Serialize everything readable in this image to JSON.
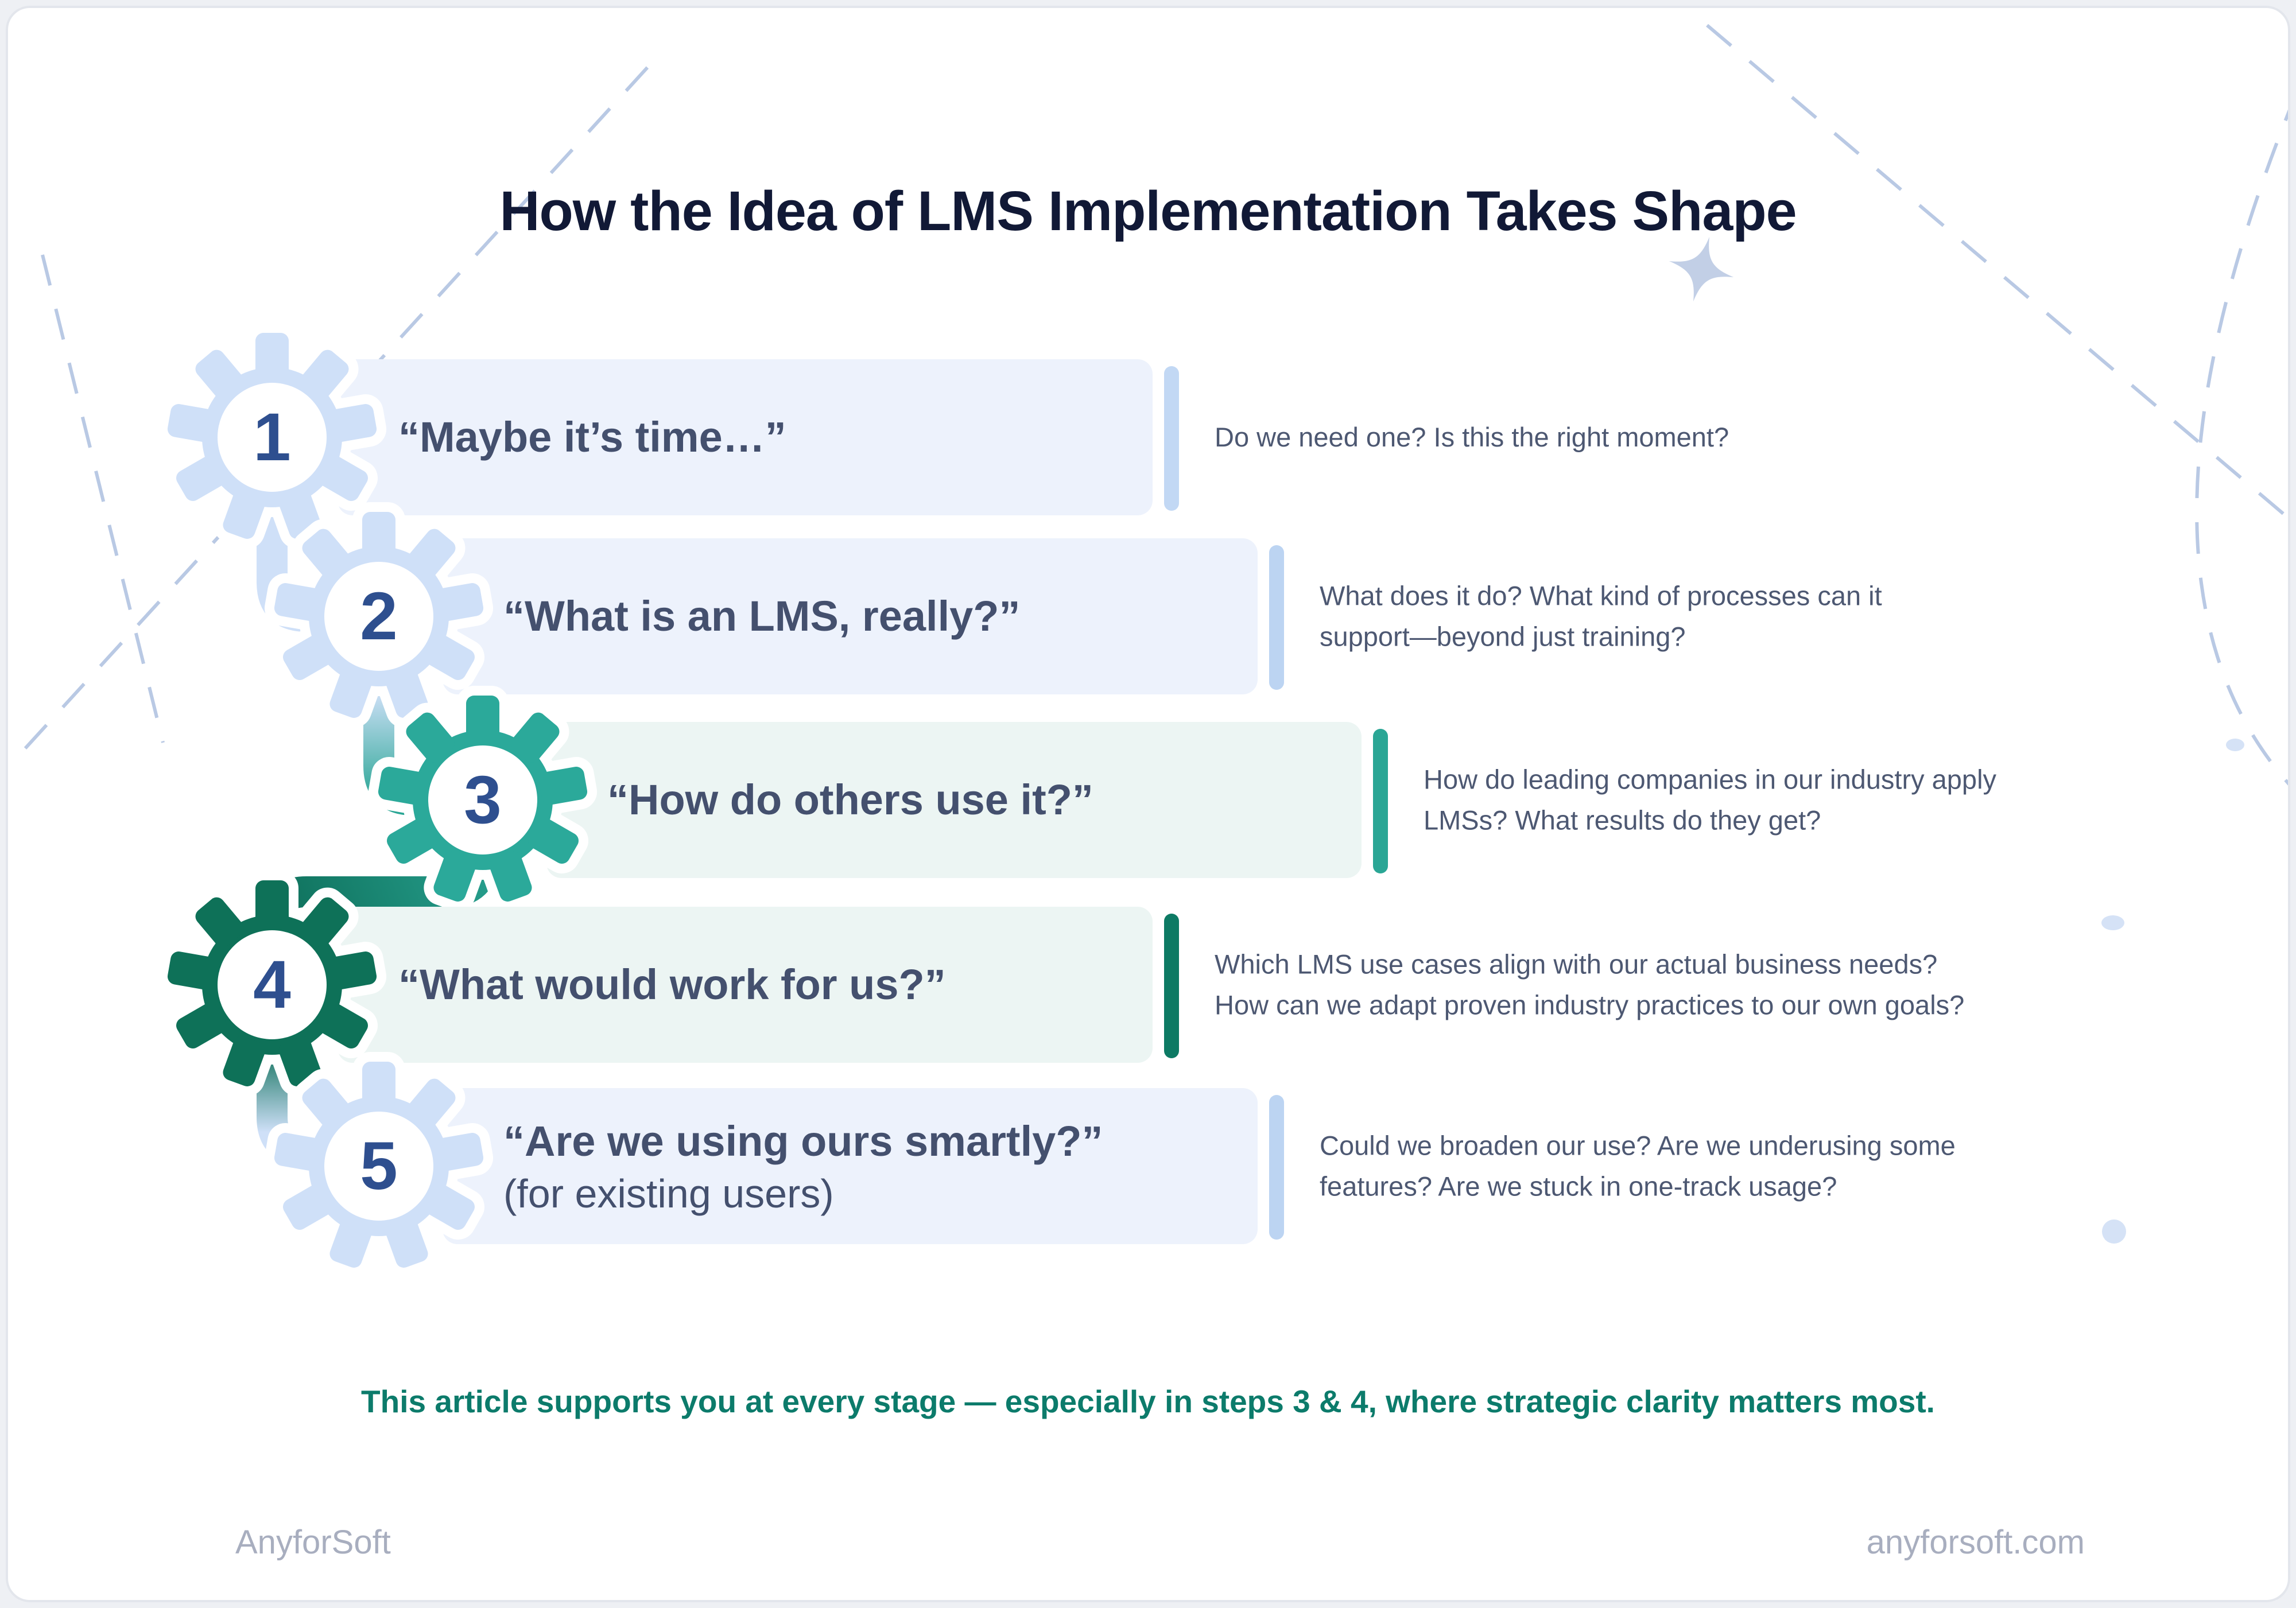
{
  "title": "How the Idea of LMS Implementation Takes Shape",
  "steps": [
    {
      "number": "1",
      "title": "“Maybe it’s time…”",
      "subtitle": "",
      "description": "Do we need one? Is this the right moment?",
      "colors": {
        "card": "#edf2fc",
        "bar": "#c2d8f4",
        "gear": "#cfe0f8"
      }
    },
    {
      "number": "2",
      "title": "“What is an LMS, really?”",
      "subtitle": "",
      "description": "What does it do? What kind of processes can it\nsupport—beyond just training?",
      "colors": {
        "card": "#edf2fc",
        "bar": "#bcd4f2",
        "gear": "#cfe0f8"
      }
    },
    {
      "number": "3",
      "title": "“How do others use it?”",
      "subtitle": "",
      "description": "How do leading companies in our industry apply\nLMSs? What results do they get?",
      "colors": {
        "card": "#ecf5f3",
        "bar": "#2aa695",
        "gear": "#2ba99a"
      }
    },
    {
      "number": "4",
      "title": "“What would work for us?”",
      "subtitle": "",
      "description": "Which LMS use cases align with our actual business needs?\nHow can we adapt proven industry practices to our own goals?",
      "colors": {
        "card": "#ecf5f3",
        "bar": "#0d7a64",
        "gear": "#0e7158"
      }
    },
    {
      "number": "5",
      "title": "“Are we using ours smartly?”",
      "subtitle": "(for existing users)",
      "description": "Could we broaden our use? Are we underusing some\nfeatures? Are we stuck in one-track usage?",
      "colors": {
        "card": "#edf2fc",
        "bar": "#bcd4f2",
        "gear": "#cfe0f8"
      }
    }
  ],
  "footnote": "This article supports you at every stage — especially in steps 3 & 4, where strategic clarity matters most.",
  "brand": "AnyforSoft",
  "website": "anyforsoft.com",
  "colors": {
    "page_bg": "#eef0f4",
    "canvas_bg": "#ffffff",
    "frame_border": "#e3e6ec",
    "title": "#111936",
    "step_title": "#44506e",
    "description": "#4d5872",
    "step_number": "#2e4f8f",
    "footnote": "#0c7b6b",
    "footer": "#a8aebf",
    "pipe_blue": "#cfe0f8",
    "pipe_teal": "#2aa695",
    "pipe_dark_teal": "#0e6f5a",
    "dashed_line": "#b9c9e4",
    "dot": "#d5e2f6",
    "sparkle": "#c2cfe6"
  }
}
